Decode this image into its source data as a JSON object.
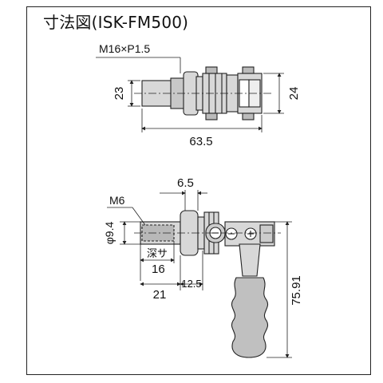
{
  "title": "寸法図(ISK-FM500)",
  "top_view": {
    "thread_label": "M16×P1.5",
    "height_left": "23",
    "height_right": "24",
    "overall_length": "63.5"
  },
  "side_view": {
    "top_offset": "6.5",
    "thread_label": "M6",
    "depth_label": "深サ",
    "depth_value": "16",
    "diameter": "φ9.4",
    "length_a": "21",
    "length_b": "12.5",
    "overall_height": "75.91"
  },
  "colors": {
    "line": "#222222",
    "fill": "#d8d8d8",
    "dark": "#9a9a9a"
  }
}
